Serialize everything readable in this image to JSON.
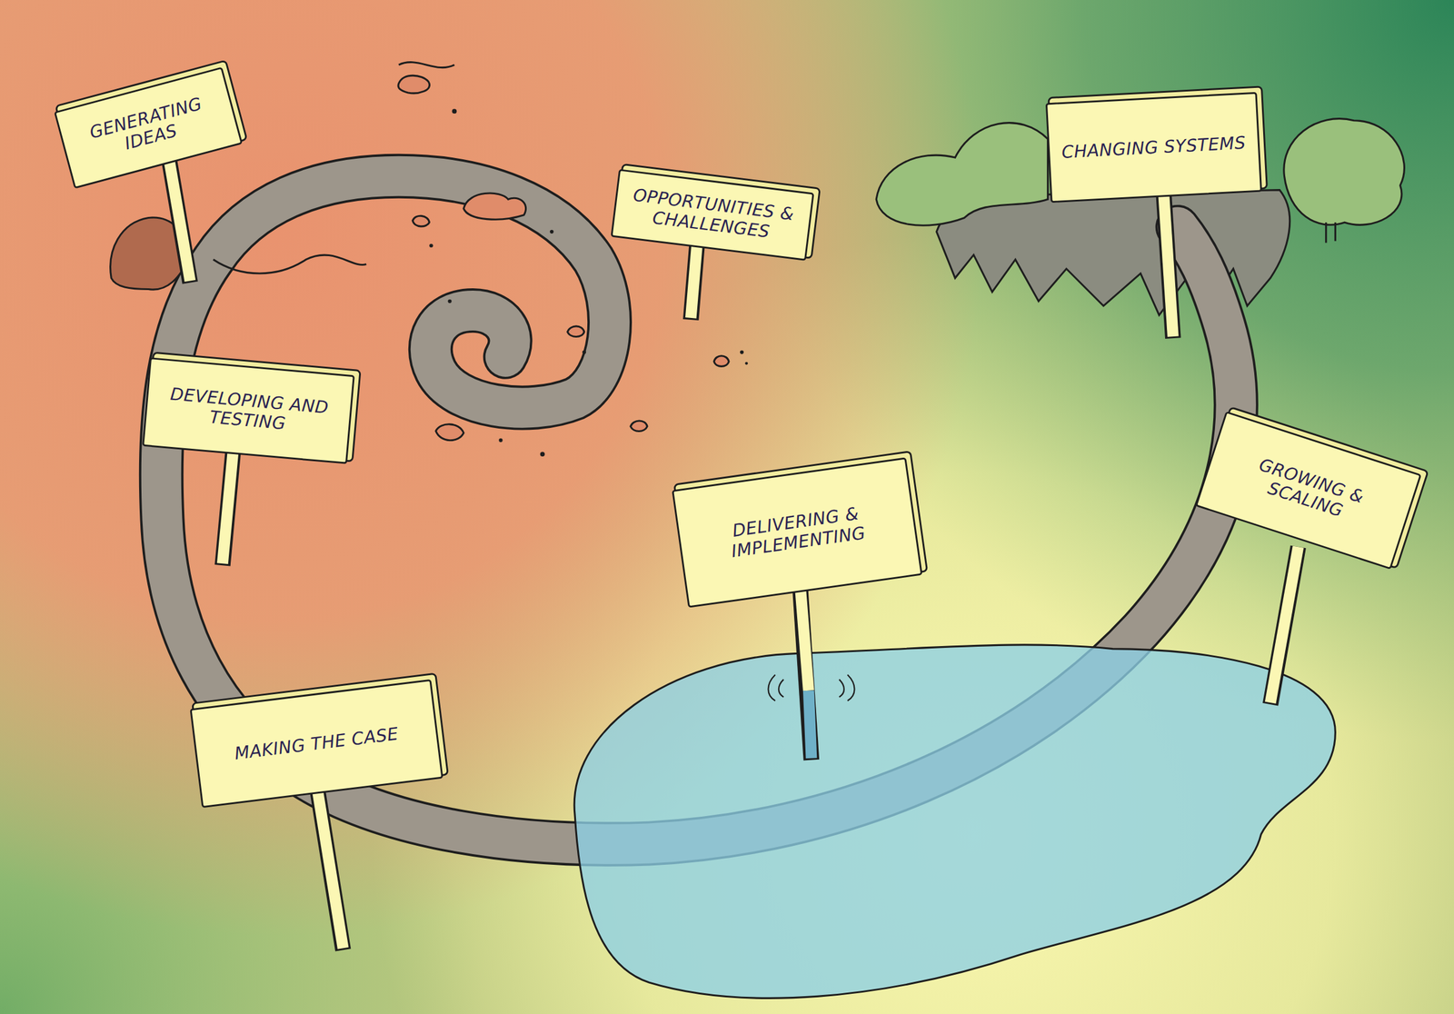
{
  "diagram": {
    "nodes": [
      {
        "text": [
          "OPPORTUNITIES & CHALLENGES"
        ]
      },
      {
        "text": [
          "GENERATING IDEAS"
        ]
      },
      {
        "text": [
          "DEVELOPING AND TESTING"
        ]
      },
      {
        "text": [
          "MAKING THE CASE"
        ]
      },
      {
        "text": [
          "DELIVERING & IMPLEMENTING"
        ]
      },
      {
        "text": [
          "GROWING & SCALING"
        ]
      },
      {
        "text": [
          "CHANGING SYSTEMS"
        ]
      }
    ]
  }
}
